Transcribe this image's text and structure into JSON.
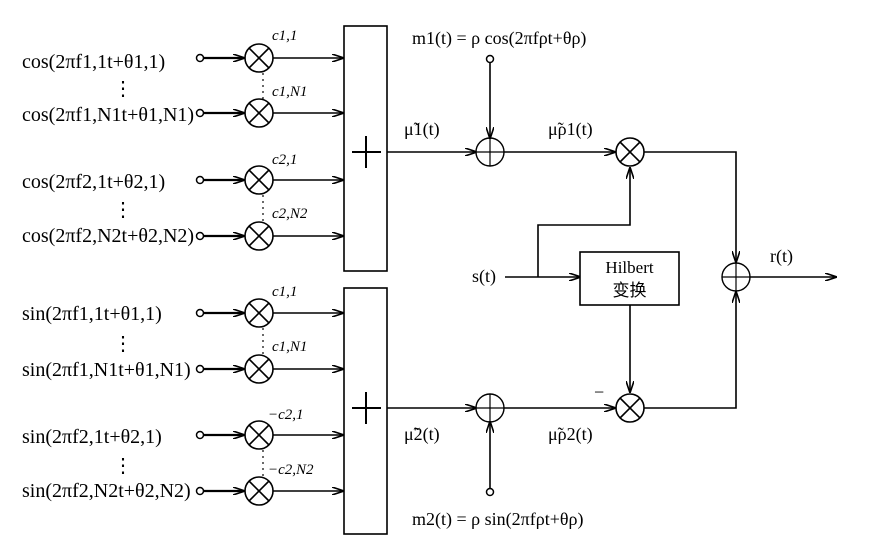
{
  "inputs_cos": [
    "cos(2πf1,1t+θ1,1)",
    "cos(2πf1,N1t+θ1,N1)",
    "cos(2πf2,1t+θ2,1)",
    "cos(2πf2,N2t+θ2,N2)"
  ],
  "inputs_sin": [
    "sin(2πf1,1t+θ1,1)",
    "sin(2πf1,N1t+θ1,N1)",
    "sin(2πf2,1t+θ2,1)",
    "sin(2πf2,N2t+θ2,N2)"
  ],
  "coefs_top": [
    "c1,1",
    "c1,N1",
    "c2,1",
    "c2,N2"
  ],
  "coefs_bottom": [
    "c1,1",
    "c1,N1",
    "−c2,1",
    "−c2,N2"
  ],
  "ellipsis": "⋮",
  "m1": "m1(t) = ρ cos(2πfρt+θρ)",
  "m2": "m2(t) = ρ sin(2πfρt+θρ)",
  "mu1": "μ̃1(t)",
  "mu2": "μ̃2(t)",
  "mu_rho1": "μ̃ρ1(t)",
  "mu_rho2": "μ̃ρ2(t)",
  "s": "s(t)",
  "r": "r(t)",
  "hilbert_line1": "Hilbert",
  "hilbert_line2": "变换",
  "minus_sign": "−"
}
